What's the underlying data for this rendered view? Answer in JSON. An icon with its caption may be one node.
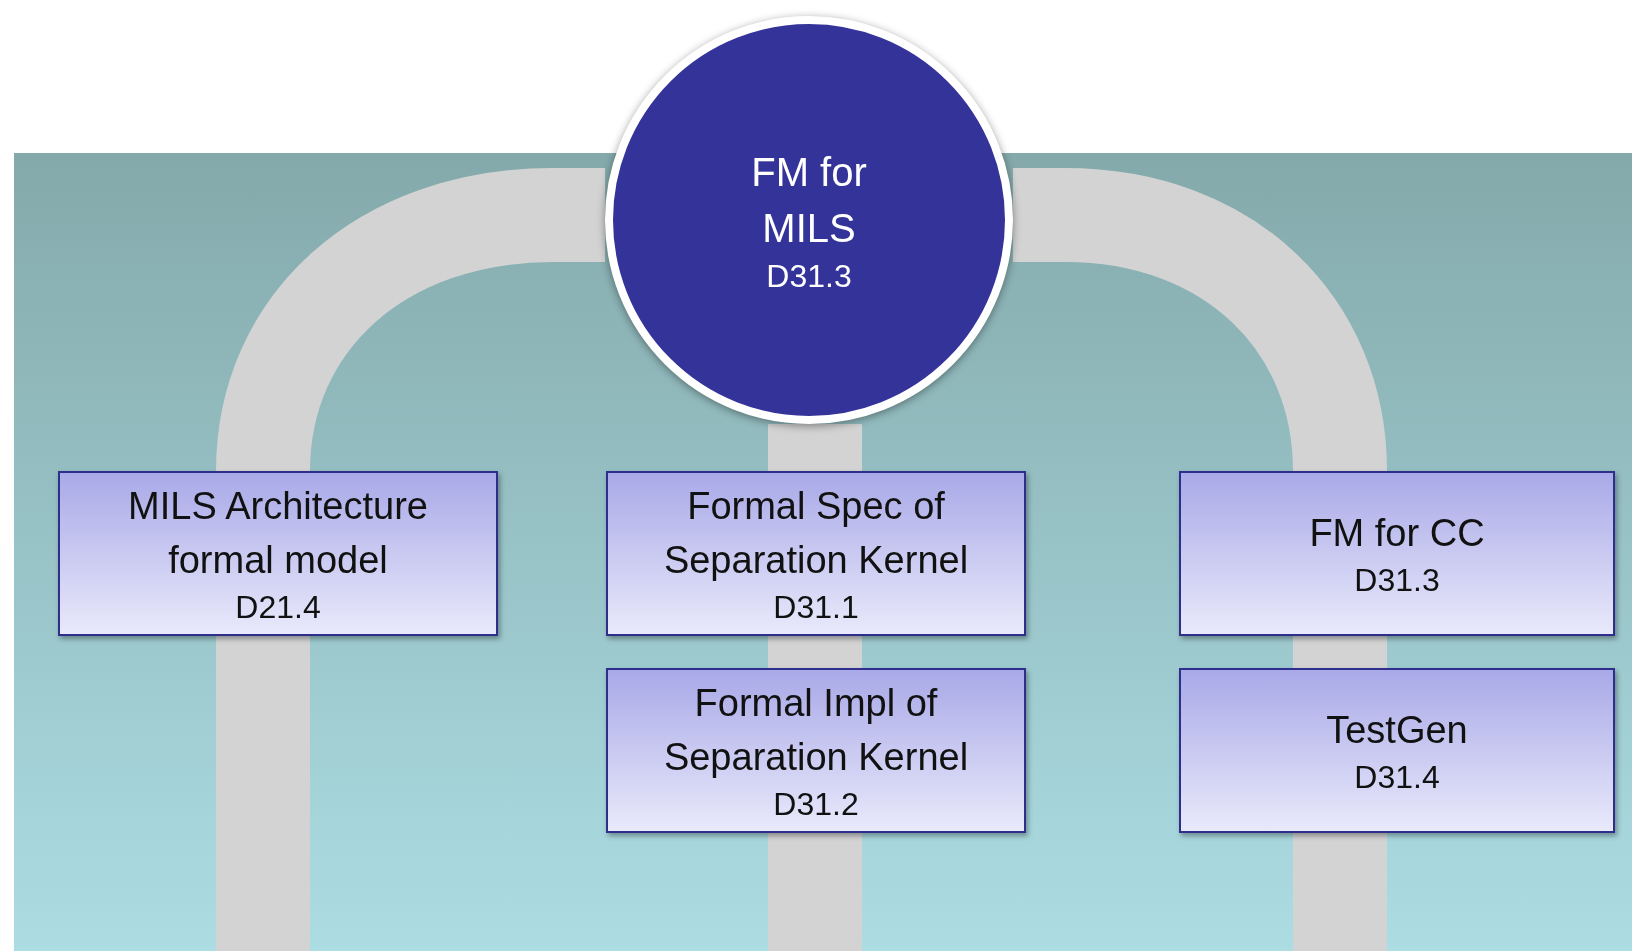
{
  "diagram": {
    "nodes": [
      {
        "text": [
          "FM for MILS",
          "D31.3"
        ]
      },
      {
        "text": [
          "MILS Architecture formal model",
          "D21.4"
        ]
      },
      {
        "text": [
          "Formal Spec of Separation Kernel",
          "D31.1"
        ]
      },
      {
        "text": [
          "Formal Impl of Separation Kernel",
          "D31.2"
        ]
      },
      {
        "text": [
          "FM for CC",
          "D31.3"
        ]
      },
      {
        "text": [
          "TestGen",
          "D31.4"
        ]
      }
    ],
    "edges": [
      {
        "from": 0,
        "to": 1,
        "arrow": "none"
      },
      {
        "from": 0,
        "to": 2,
        "arrow": "none"
      },
      {
        "from": 2,
        "to": 3,
        "arrow": "none"
      },
      {
        "from": 0,
        "to": 4,
        "arrow": "none"
      },
      {
        "from": 4,
        "to": 5,
        "arrow": "none"
      },
      {
        "from": 1,
        "to": null,
        "arrow": "none"
      },
      {
        "from": 3,
        "to": null,
        "arrow": "none"
      },
      {
        "from": 5,
        "to": null,
        "arrow": "none"
      }
    ]
  }
}
